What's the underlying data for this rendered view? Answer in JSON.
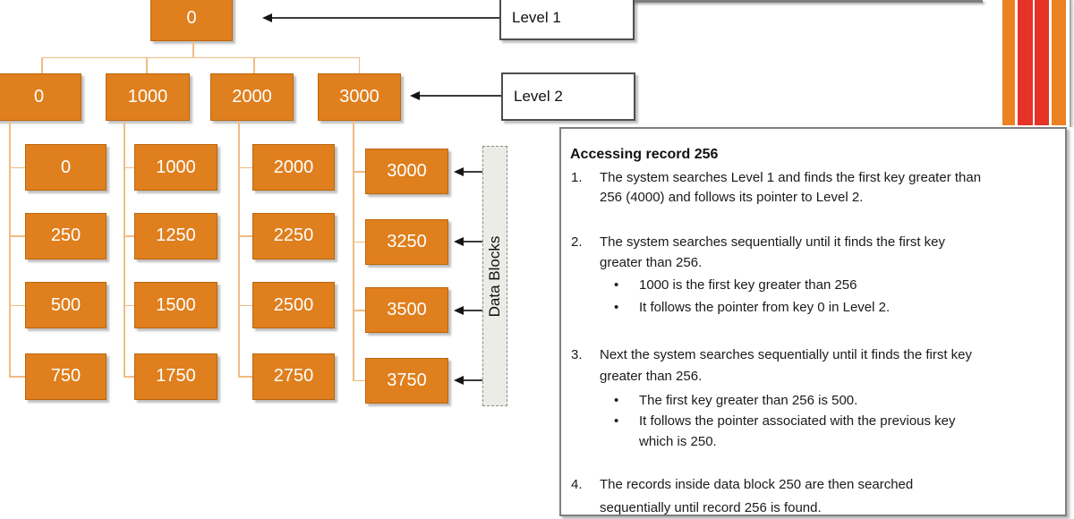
{
  "colors": {
    "node_fill": "#df7f1d",
    "node_border": "#bc660c",
    "connector": "#f1bb82",
    "stripe_orange": "#ec8122",
    "stripe_red": "#e63328",
    "panel_border": "#7f7f7f",
    "bar_fill": "#ebece6"
  },
  "labels": {
    "level1": "Level 1",
    "level2": "Level 2",
    "data_blocks": "Data Blocks"
  },
  "tree": {
    "level1": {
      "key": "0"
    },
    "level2": {
      "keys": [
        "0",
        "1000",
        "2000",
        "3000"
      ]
    },
    "level3": {
      "columns": [
        [
          "0",
          "250",
          "500",
          "750"
        ],
        [
          "1000",
          "1250",
          "1500",
          "1750"
        ],
        [
          "2000",
          "2250",
          "2500",
          "2750"
        ],
        [
          "3000",
          "3250",
          "3500",
          "3750"
        ]
      ]
    }
  },
  "panel": {
    "title": "Accessing record 256",
    "lines": [
      {
        "m": "1.",
        "t": "The system searches Level 1 and finds the first key greater than"
      },
      {
        "t": "256 (4000) and follows its pointer to Level 2."
      },
      {
        "m": "2.",
        "t": "The system searches sequentially until it finds the first key"
      },
      {
        "t": "greater than 256."
      },
      {
        "m": "•",
        "t": "1000 is the first key greater than 256"
      },
      {
        "m": "•",
        "t": "It follows the pointer from key 0 in Level 2."
      },
      {
        "m": "3.",
        "t": "Next the system searches sequentially until it finds the first key"
      },
      {
        "t": "greater than 256."
      },
      {
        "m": "•",
        "t": "The first key greater than 256 is 500."
      },
      {
        "m": "•",
        "t": "It follows the pointer associated with the previous key"
      },
      {
        "t": "which is 250."
      },
      {
        "m": "4.",
        "t": "The records inside data block 250 are then searched"
      },
      {
        "t": "sequentially until record 256 is found."
      }
    ]
  }
}
